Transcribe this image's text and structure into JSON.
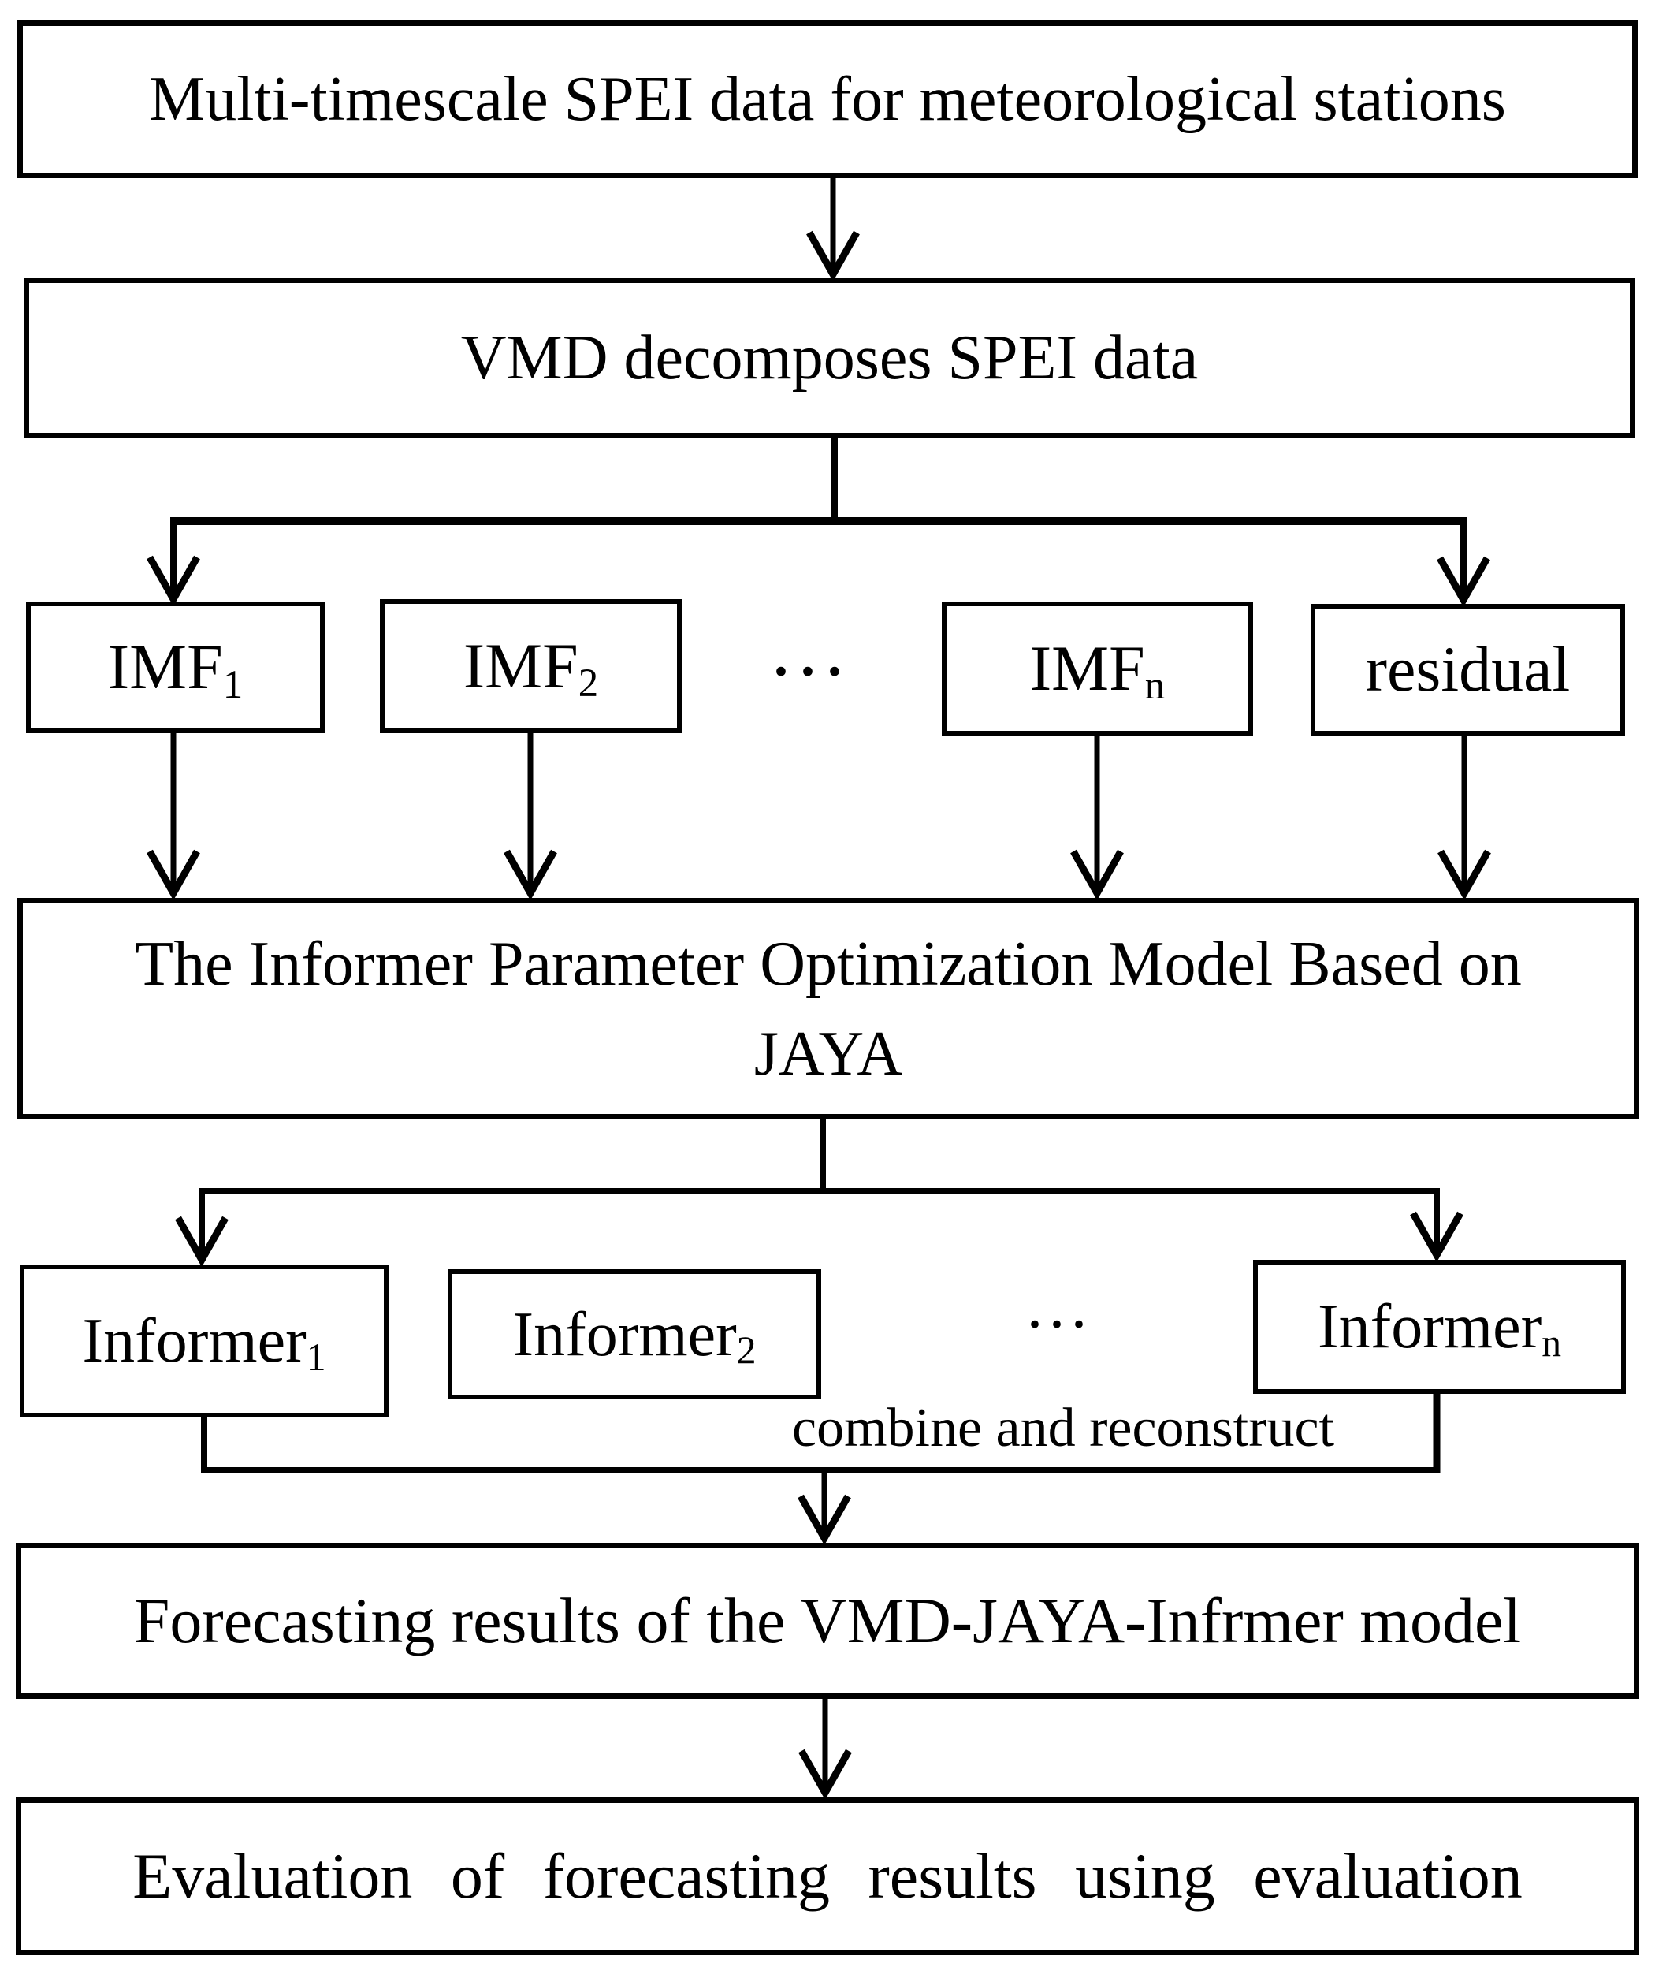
{
  "colors": {
    "stroke": "#000000",
    "background": "#ffffff",
    "text": "#000000"
  },
  "nodes": {
    "input": {
      "label": "Multi-timescale SPEI data for meteorological stations"
    },
    "vmd": {
      "label": "VMD decomposes SPEI data"
    },
    "imf1": {
      "base": "IMF",
      "sub": "1"
    },
    "imf2": {
      "base": "IMF",
      "sub": "2"
    },
    "imf_dots": {
      "label": "···"
    },
    "imfn": {
      "base": "IMF",
      "sub": "n"
    },
    "residual": {
      "label": "residual"
    },
    "optimizer": {
      "line1": "The Informer Parameter Optimization Model Based on",
      "line2": "JAYA"
    },
    "informer1": {
      "base": "Informer",
      "sub": "1"
    },
    "informer2": {
      "base": "Informer",
      "sub": "2"
    },
    "informer_dots": {
      "label": "···"
    },
    "informern": {
      "base": "Informer",
      "sub": "n"
    },
    "forecast": {
      "label": "Forecasting results of the VMD-JAYA-Infrmer model"
    },
    "evaluation": {
      "label": "Evaluation of forecasting results using evaluation"
    }
  },
  "annotations": {
    "combine": "combine and reconstruct"
  }
}
